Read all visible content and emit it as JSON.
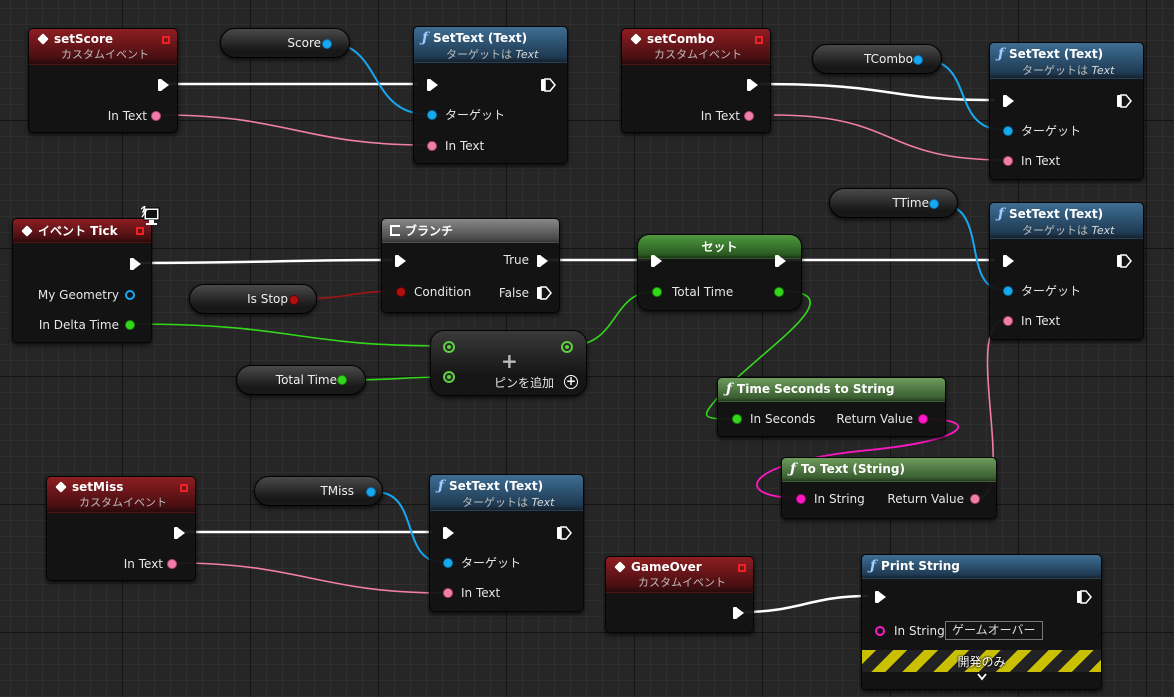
{
  "colors": {
    "exec": "#ffffff",
    "object": "#17a8f2",
    "text": "#f07ea8",
    "float": "#33d81b",
    "string": "#ff18c5",
    "bool": "#b01010",
    "event_header": "#8e1e22",
    "function_header": "#3e6e94"
  },
  "nodes": {
    "set_score": {
      "title": "setScore",
      "subtitle": "カスタムイベント",
      "out_pin": "In Text"
    },
    "score_var": {
      "label": "Score"
    },
    "settext_score": {
      "title": "SetText (Text)",
      "sub_prefix": "ターゲットは ",
      "sub_em": "Text",
      "pin_target": "ターゲット",
      "pin_text": "In Text"
    },
    "set_combo": {
      "title": "setCombo",
      "subtitle": "カスタムイベント",
      "out_pin": "In Text"
    },
    "tcombo_var": {
      "label": "TCombo"
    },
    "settext_combo": {
      "title": "SetText (Text)",
      "sub_prefix": "ターゲットは ",
      "sub_em": "Text",
      "pin_target": "ターゲット",
      "pin_text": "In Text"
    },
    "event_tick": {
      "title": "イベント Tick",
      "pin_geometry": "My Geometry",
      "pin_delta": "In Delta Time",
      "icon": "monitor-icon"
    },
    "is_stop_var": {
      "label": "Is Stop"
    },
    "branch": {
      "title": "ブランチ",
      "pin_condition": "Condition",
      "pin_true": "True",
      "pin_false": "False"
    },
    "set_node": {
      "title": "セット",
      "pin_total": "Total Time"
    },
    "ttime_var": {
      "label": "TTime"
    },
    "settext_time": {
      "title": "SetText (Text)",
      "sub_prefix": "ターゲットは ",
      "sub_em": "Text",
      "pin_target": "ターゲット",
      "pin_text": "In Text"
    },
    "add_node": {
      "symbol": "+",
      "add_pin": "ピンを追加"
    },
    "total_time_var": {
      "label": "Total Time"
    },
    "time_seconds": {
      "title": "Time Seconds to String",
      "pin_in": "In Seconds",
      "pin_out": "Return Value"
    },
    "to_text": {
      "title": "To Text (String)",
      "pin_in": "In String",
      "pin_out": "Return Value"
    },
    "set_miss": {
      "title": "setMiss",
      "subtitle": "カスタムイベント",
      "out_pin": "In Text"
    },
    "tmiss_var": {
      "label": "TMiss"
    },
    "settext_miss": {
      "title": "SetText (Text)",
      "sub_prefix": "ターゲットは ",
      "sub_em": "Text",
      "pin_target": "ターゲット",
      "pin_text": "In Text"
    },
    "game_over": {
      "title": "GameOver",
      "subtitle": "カスタムイベント"
    },
    "print_string": {
      "title": "Print String",
      "pin_in": "In String",
      "in_value": "ゲームオーバー",
      "dev_only": "開発のみ"
    }
  }
}
